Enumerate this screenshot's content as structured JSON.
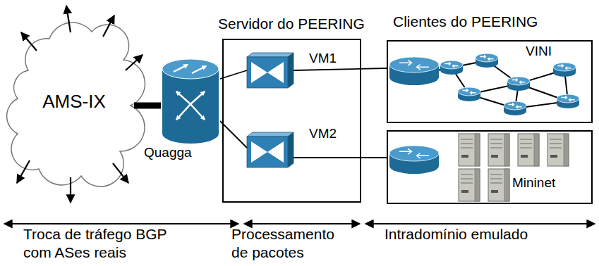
{
  "diagram": {
    "nodes": [
      {
        "text": [
          "AMS-IX"
        ]
      },
      {
        "text": [
          "Quagga"
        ]
      },
      {
        "text": [
          "Servidor do PEERING"
        ]
      },
      {
        "text": [
          "VM1"
        ],
        "in": 2
      },
      {
        "text": [
          "VM2"
        ],
        "in": 2
      },
      {
        "text": [
          "VINI"
        ]
      },
      {
        "text": [
          "Mininet"
        ]
      }
    ],
    "edges": [
      {
        "from": 0,
        "to": 1,
        "arrow": "none"
      },
      {
        "from": 1,
        "to": 3,
        "arrow": "none"
      },
      {
        "from": 1,
        "to": 4,
        "arrow": "none"
      },
      {
        "from": 3,
        "to": 5,
        "arrow": "none"
      },
      {
        "from": 4,
        "to": 6,
        "arrow": "none"
      }
    ],
    "labels": [
      "Clientes do PEERING",
      "Troca de tráfego BGP com ASes reais",
      "Processamento de pacotes",
      "Intradomínio emulado"
    ]
  }
}
